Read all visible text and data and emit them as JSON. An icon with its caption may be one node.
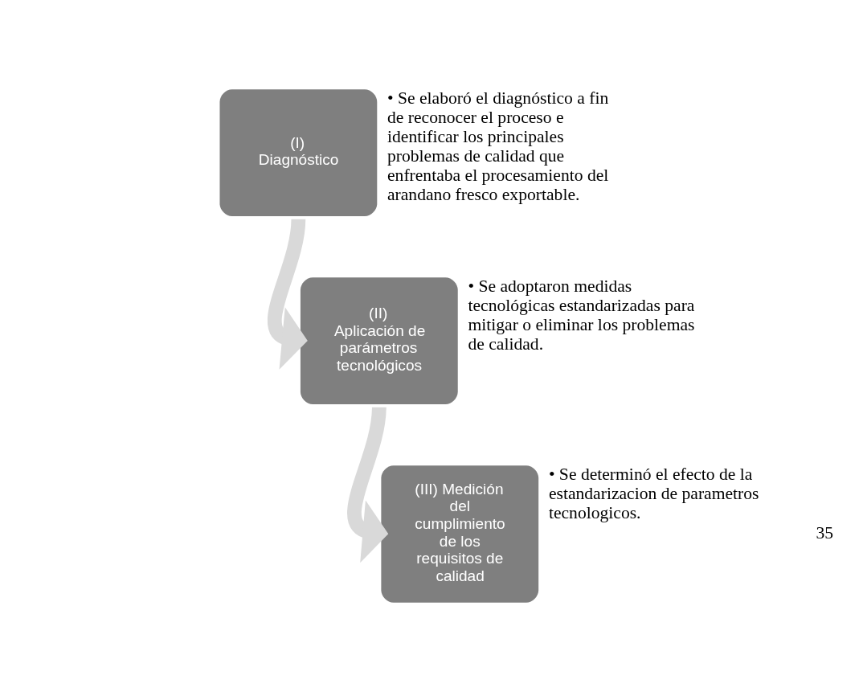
{
  "diagram": {
    "nodes": [
      {
        "text": [
          "(I) Diagnóstico"
        ],
        "beside": [
          "• Se elaboró el diagnóstico a fin de reconocer el proceso e identificar los principales problemas de calidad que enfrentaba el procesamiento del arandano fresco exportable."
        ]
      },
      {
        "text": [
          "(II) Aplicación de parámetros tecnológicos"
        ],
        "beside": [
          "• Se adoptaron medidas tecnológicas estandarizadas para mitigar o eliminar los problemas de calidad."
        ]
      },
      {
        "text": [
          "(III) Medición del cumplimiento de los requisitos de calidad"
        ],
        "beside": [
          "• Se determinó el efecto de la estandarizacion de parametros tecnologicos."
        ]
      }
    ],
    "edges": [
      {
        "from": 0,
        "to": 1,
        "arrow": "to",
        "color": "#d9d9d9"
      },
      {
        "from": 1,
        "to": 2,
        "arrow": "to",
        "color": "#d9d9d9"
      }
    ],
    "labels": [
      "35"
    ]
  }
}
